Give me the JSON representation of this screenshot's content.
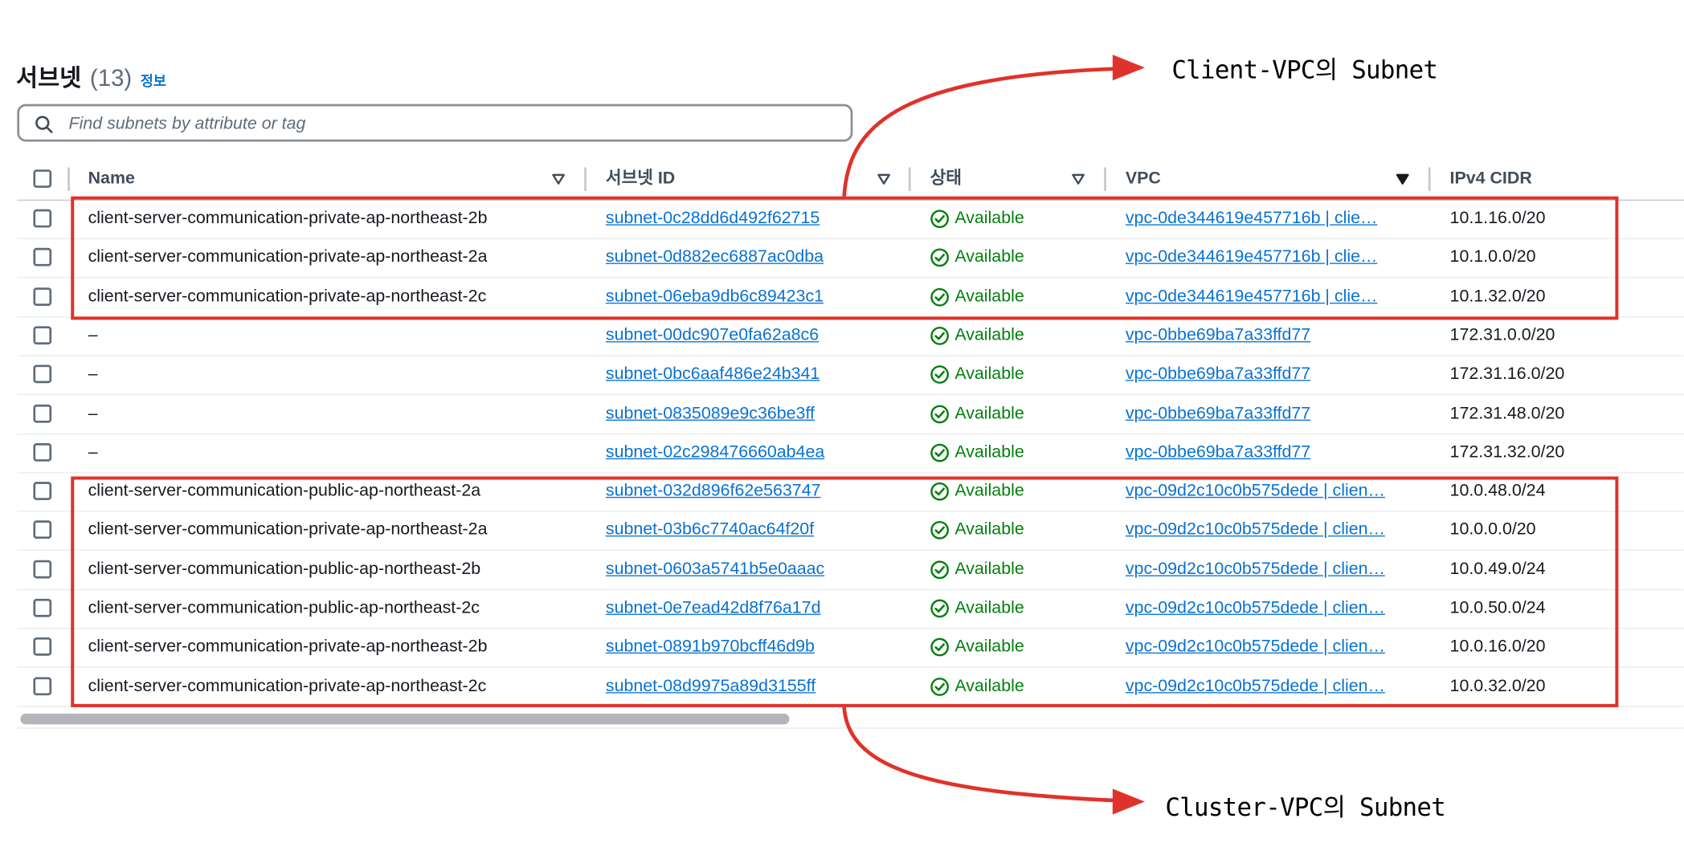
{
  "header": {
    "title": "서브넷",
    "count": "(13)",
    "info_link": "정보"
  },
  "search": {
    "placeholder": "Find subnets by attribute or tag"
  },
  "columns": [
    "Name",
    "서브넷 ID",
    "상태",
    "VPC",
    "IPv4 CIDR"
  ],
  "rows": [
    {
      "name": "client-server-communication-private-ap-northeast-2b",
      "subnet_id": "subnet-0c28dd6d492f62715",
      "state": "Available",
      "vpc": "vpc-0de344619e457716b | clie…",
      "cidr": "10.1.16.0/20"
    },
    {
      "name": "client-server-communication-private-ap-northeast-2a",
      "subnet_id": "subnet-0d882ec6887ac0dba",
      "state": "Available",
      "vpc": "vpc-0de344619e457716b | clie…",
      "cidr": "10.1.0.0/20"
    },
    {
      "name": "client-server-communication-private-ap-northeast-2c",
      "subnet_id": "subnet-06eba9db6c89423c1",
      "state": "Available",
      "vpc": "vpc-0de344619e457716b | clie…",
      "cidr": "10.1.32.0/20"
    },
    {
      "name": "–",
      "subnet_id": "subnet-00dc907e0fa62a8c6",
      "state": "Available",
      "vpc": "vpc-0bbe69ba7a33ffd77",
      "cidr": "172.31.0.0/20"
    },
    {
      "name": "–",
      "subnet_id": "subnet-0bc6aaf486e24b341",
      "state": "Available",
      "vpc": "vpc-0bbe69ba7a33ffd77",
      "cidr": "172.31.16.0/20"
    },
    {
      "name": "–",
      "subnet_id": "subnet-0835089e9c36be3ff",
      "state": "Available",
      "vpc": "vpc-0bbe69ba7a33ffd77",
      "cidr": "172.31.48.0/20"
    },
    {
      "name": "–",
      "subnet_id": "subnet-02c298476660ab4ea",
      "state": "Available",
      "vpc": "vpc-0bbe69ba7a33ffd77",
      "cidr": "172.31.32.0/20"
    },
    {
      "name": "client-server-communication-public-ap-northeast-2a",
      "subnet_id": "subnet-032d896f62e563747",
      "state": "Available",
      "vpc": "vpc-09d2c10c0b575dede | clien…",
      "cidr": "10.0.48.0/24"
    },
    {
      "name": "client-server-communication-private-ap-northeast-2a",
      "subnet_id": "subnet-03b6c7740ac64f20f",
      "state": "Available",
      "vpc": "vpc-09d2c10c0b575dede | clien…",
      "cidr": "10.0.0.0/20"
    },
    {
      "name": "client-server-communication-public-ap-northeast-2b",
      "subnet_id": "subnet-0603a5741b5e0aaac",
      "state": "Available",
      "vpc": "vpc-09d2c10c0b575dede | clien…",
      "cidr": "10.0.49.0/24"
    },
    {
      "name": "client-server-communication-public-ap-northeast-2c",
      "subnet_id": "subnet-0e7ead42d8f76a17d",
      "state": "Available",
      "vpc": "vpc-09d2c10c0b575dede | clien…",
      "cidr": "10.0.50.0/24"
    },
    {
      "name": "client-server-communication-private-ap-northeast-2b",
      "subnet_id": "subnet-0891b970bcff46d9b",
      "state": "Available",
      "vpc": "vpc-09d2c10c0b575dede | clien…",
      "cidr": "10.0.16.0/20"
    },
    {
      "name": "client-server-communication-private-ap-northeast-2c",
      "subnet_id": "subnet-08d9975a89d3155ff",
      "state": "Available",
      "vpc": "vpc-09d2c10c0b575dede | clien…",
      "cidr": "10.0.32.0/20"
    }
  ],
  "annotations": {
    "client_vpc": "Client-VPC의 Subnet",
    "cluster_vpc": "Cluster-VPC의 Subnet"
  },
  "colors": {
    "link": "#0972d3",
    "available": "#037f0c",
    "highlight": "#e0322a"
  },
  "icons": {
    "search": "search-icon",
    "sort": "sort-caret-icon",
    "status": "check-circle-icon"
  }
}
